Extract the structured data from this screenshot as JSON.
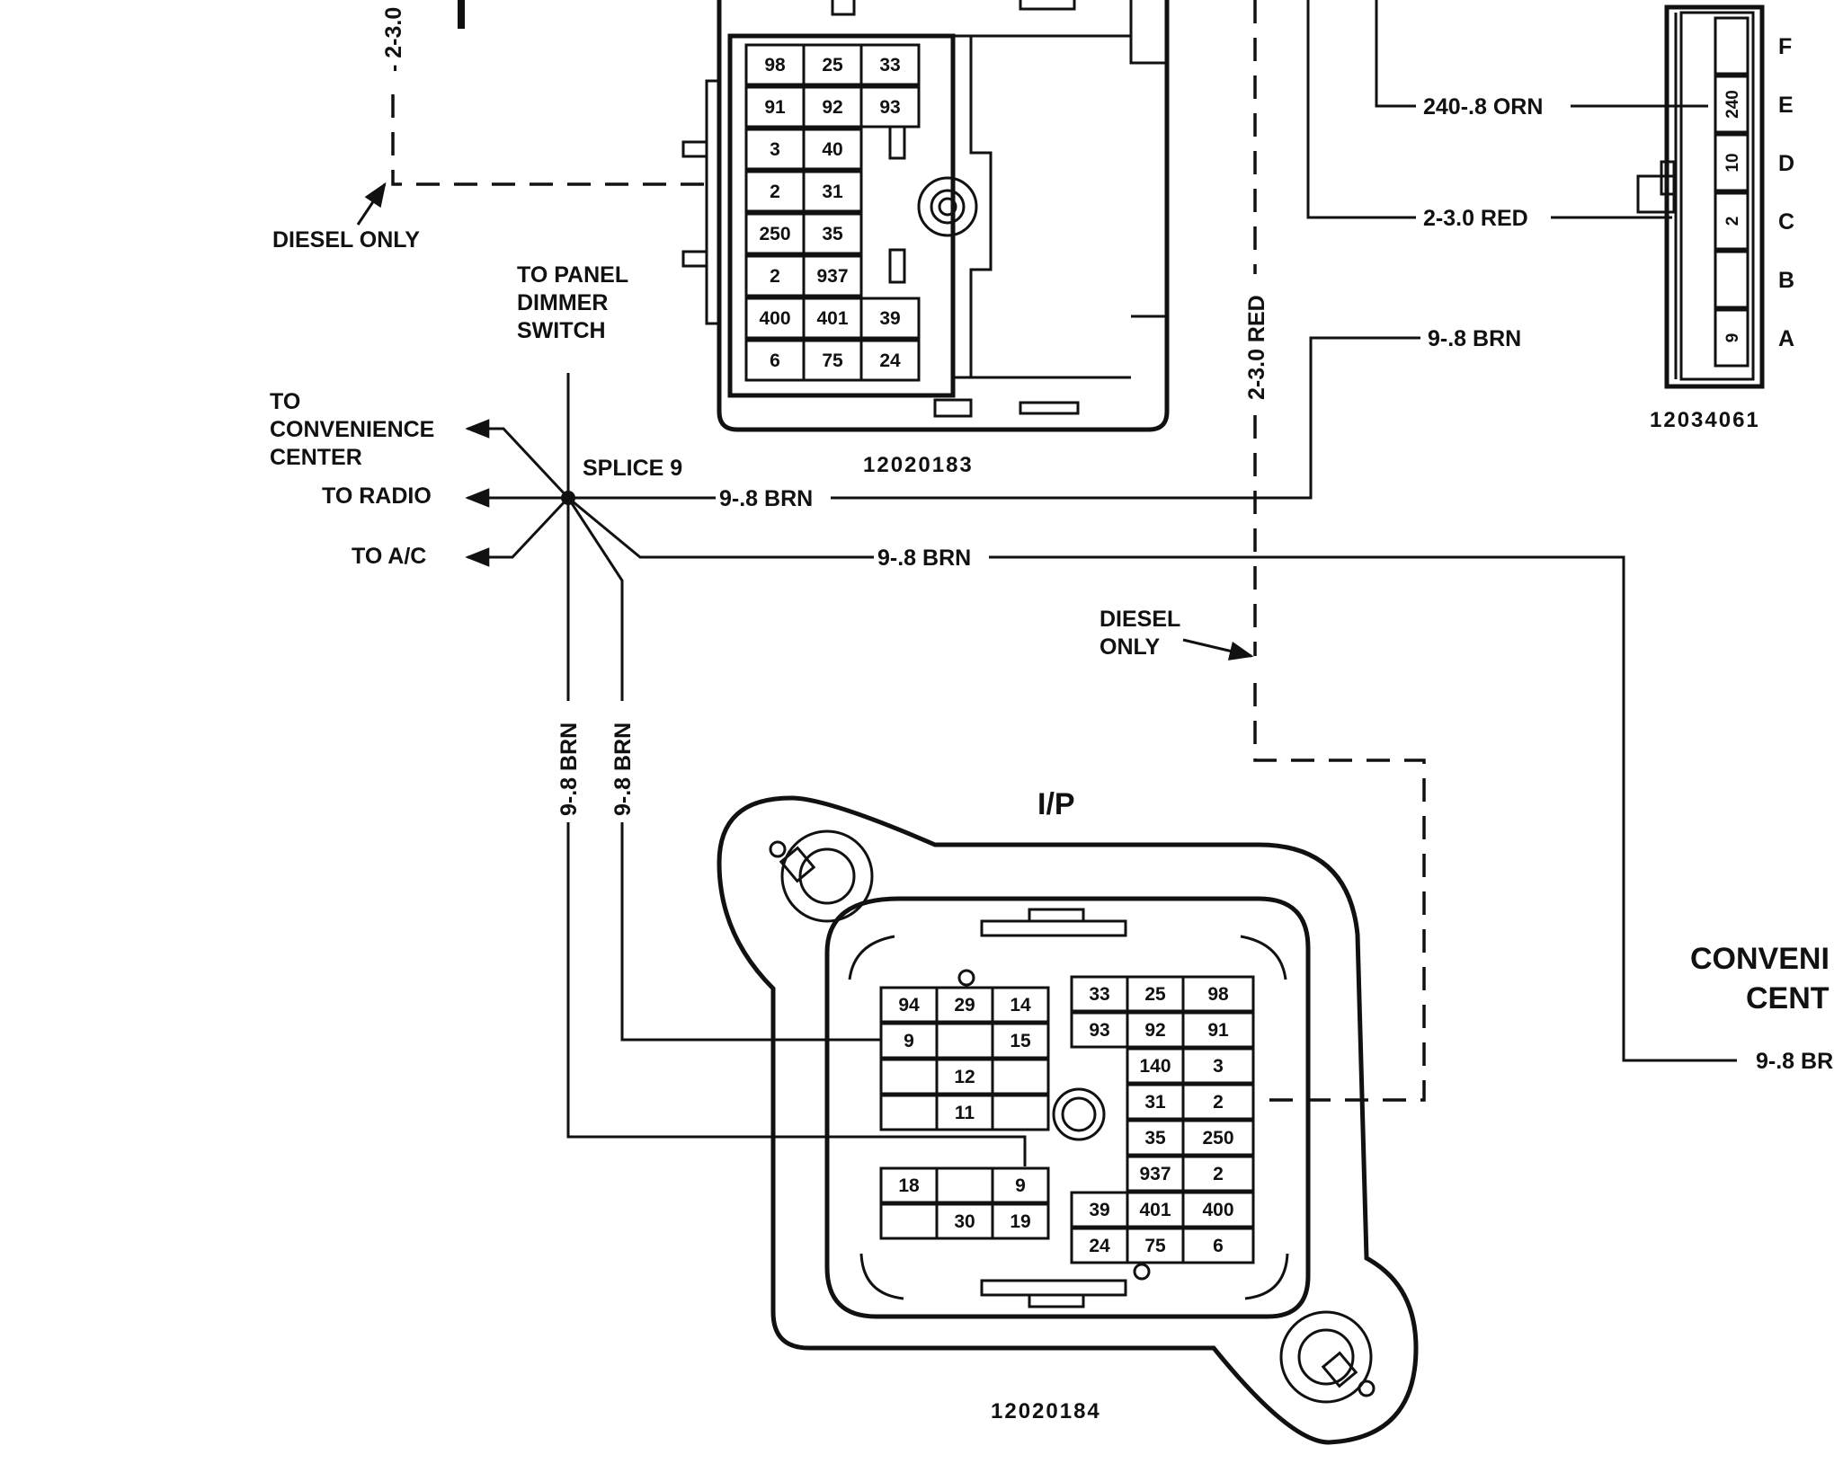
{
  "labels": {
    "diesel_only_left": "DIESEL ONLY",
    "to_panel_dimmer": [
      "TO PANEL",
      "DIMMER",
      "SWITCH"
    ],
    "to_convenience": [
      "TO",
      "CONVENIENCE",
      "CENTER"
    ],
    "to_radio": "TO RADIO",
    "to_ac": "TO A/C",
    "splice": "SPLICE 9",
    "diesel_only_mid": [
      "DIESEL",
      "ONLY"
    ],
    "ip": "I/P",
    "convenience_center": [
      "CONVENI",
      "CENT"
    ]
  },
  "wires": {
    "top_left_vertical": "- 2-3.0",
    "red_vertical": "2-3.0 RED",
    "orn_240": "240-.8 ORN",
    "red_2": "2-3.0 RED",
    "brn_9_a": "9-.8 BRN",
    "brn_splice_to_right": "9-.8 BRN",
    "brn_splice_lower": "9-.8 BRN",
    "brn_vert_1": "9-.8 BRN",
    "brn_vert_2": "9-.8 BRN",
    "brn_convenience": "9-.8 BR"
  },
  "part_numbers": {
    "top_connector": "12020183",
    "ip_connector": "12020184",
    "right_connector": "12034061"
  },
  "top_connector_cells": [
    [
      "98",
      "25",
      "33"
    ],
    [
      "91",
      "92",
      "93"
    ],
    [
      "3",
      "40",
      ""
    ],
    [
      "2",
      "31",
      ""
    ],
    [
      "250",
      "35",
      ""
    ],
    [
      "2",
      "937",
      ""
    ],
    [
      "400",
      "401",
      "39"
    ],
    [
      "6",
      "75",
      "24"
    ]
  ],
  "right_connector": {
    "letters": [
      "F",
      "E",
      "D",
      "C",
      "B",
      "A"
    ],
    "cells": [
      "",
      "240",
      "10",
      "2",
      "",
      "9"
    ]
  },
  "ip_left_top": [
    [
      "94",
      "29",
      "14"
    ],
    [
      "9",
      "",
      "15"
    ],
    [
      "",
      "12",
      ""
    ],
    [
      "",
      "11",
      ""
    ]
  ],
  "ip_left_bottom": [
    [
      "18",
      "",
      "9"
    ],
    [
      "",
      "30",
      "19"
    ]
  ],
  "ip_right": [
    [
      "33",
      "25",
      "98"
    ],
    [
      "93",
      "92",
      "91"
    ],
    [
      "",
      "140",
      "3"
    ],
    [
      "",
      "31",
      "2"
    ],
    [
      "",
      "35",
      "250"
    ],
    [
      "",
      "937",
      "2"
    ],
    [
      "39",
      "401",
      "400"
    ],
    [
      "24",
      "75",
      "6"
    ]
  ]
}
